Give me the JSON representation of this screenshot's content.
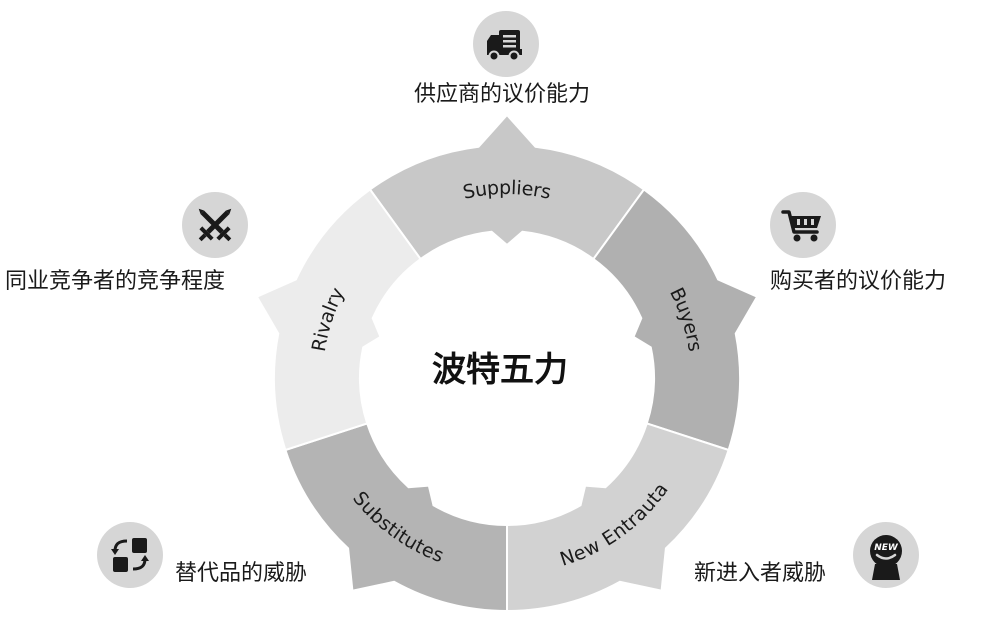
{
  "center": {
    "title": "波特五力"
  },
  "segments": [
    {
      "key": "suppliers",
      "label": "Suppliers",
      "color": "#c8c8c8"
    },
    {
      "key": "buyers",
      "label": "Buyers",
      "color": "#b0b0b0"
    },
    {
      "key": "new-entrants",
      "label": "New Entrauta",
      "color": "#d2d2d2"
    },
    {
      "key": "substitutes",
      "label": "Substitutes",
      "color": "#b4b4b4"
    },
    {
      "key": "rivalry",
      "label": "Rivalry",
      "color": "#ececec"
    }
  ],
  "forces": {
    "suppliers": {
      "label": "供应商的议价能力",
      "icon": "delivery-truck-icon"
    },
    "buyers": {
      "label": "购买者的议价能力",
      "icon": "shopping-cart-icon"
    },
    "new_entrants": {
      "label": "新进入者威胁",
      "icon": "new-badge-icon",
      "icon_text": "NEW"
    },
    "substitutes": {
      "label": "替代品的威胁",
      "icon": "swap-blocks-icon"
    },
    "rivalry": {
      "label": "同业竞争者的竞争程度",
      "icon": "crossed-swords-icon"
    }
  }
}
